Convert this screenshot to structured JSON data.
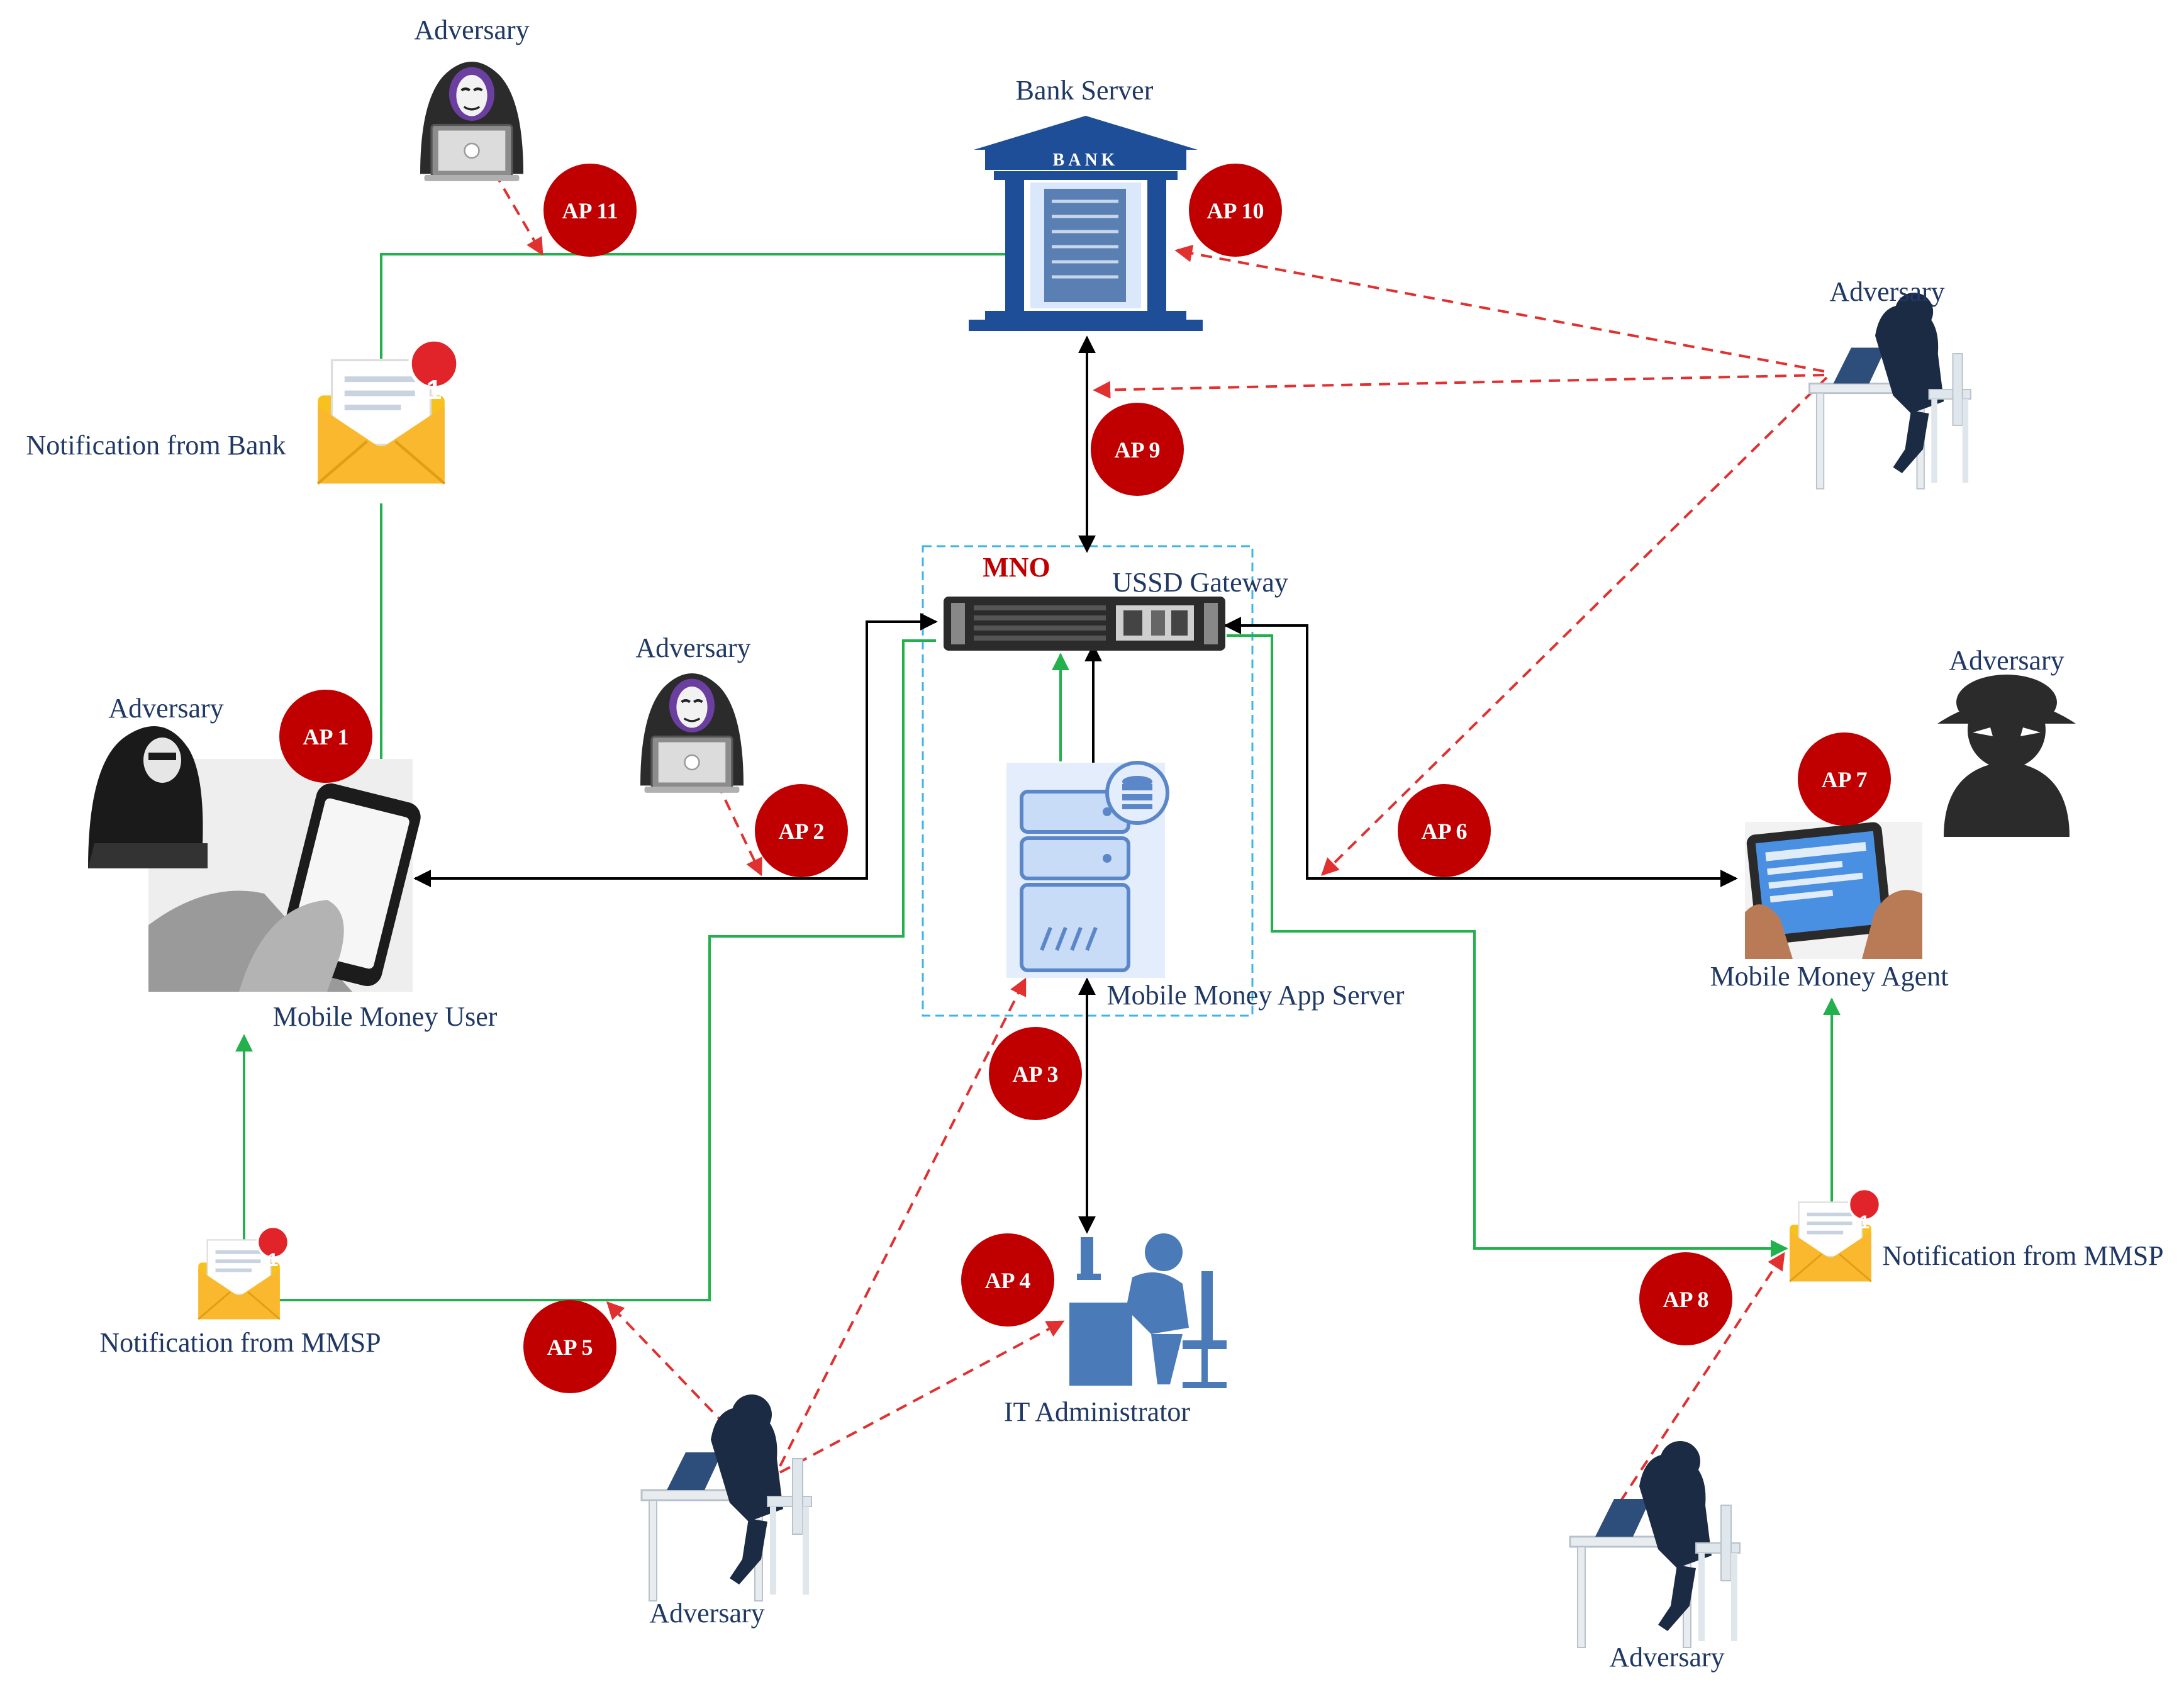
{
  "colors": {
    "label": "#1f3864",
    "attack_point": "#c00000",
    "attack_line": "#e03030",
    "notification_line": "#22b14c",
    "data_line": "#000000",
    "mno_boundary": "#3db5e6",
    "server_blue": "#1f4e99",
    "light_blue": "#dbe8fb",
    "envelope_yellow": "#f7c21d"
  },
  "labels": {
    "bank_server": "Bank Server",
    "bank_sign": "BANK",
    "notification_bank": "Notification from Bank",
    "notification_mmsp_user": "Notification from MMSP",
    "notification_mmsp_agent": "Notification from MMSP",
    "mno": "MNO",
    "ussd_gateway": "USSD Gateway",
    "app_server": "Mobile Money App Server",
    "mobile_money_user": "Mobile Money User",
    "mobile_money_agent": "Mobile Money Agent",
    "it_admin": "IT Administrator",
    "envelope_badge": "1"
  },
  "adversaries": [
    "Adversary",
    "Adversary",
    "Adversary",
    "Adversary",
    "Adversary",
    "Adversary",
    "Adversary"
  ],
  "attack_points": [
    "AP 1",
    "AP 2",
    "AP 3",
    "AP 4",
    "AP 5",
    "AP 6",
    "AP 7",
    "AP 8",
    "AP 9",
    "AP 10",
    "AP 11"
  ],
  "icons": {
    "bank": "bank-building-icon",
    "gateway": "rack-server-icon",
    "app_server": "server-database-icon",
    "envelope": "envelope-notification-icon",
    "phone_user": "hand-phone-icon",
    "tablet_agent": "hands-tablet-icon",
    "admin": "admin-computer-icon",
    "hacker_laptop": "hooded-hacker-laptop-icon",
    "hacker_desk": "hacker-at-desk-icon",
    "hacker_spy": "spy-icon"
  }
}
